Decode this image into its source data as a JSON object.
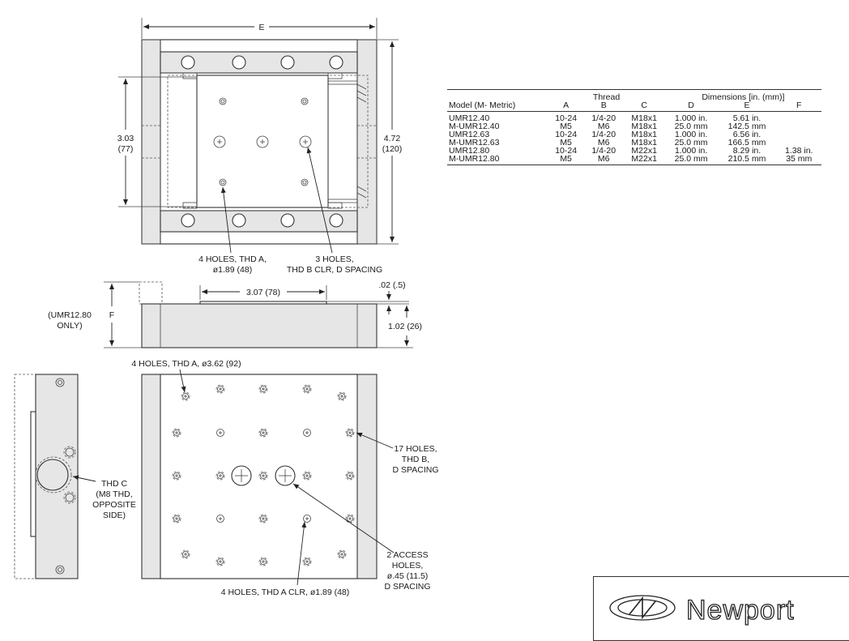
{
  "top_view": {
    "dim_e": "E",
    "dim_height_in": "3.03",
    "dim_height_mm": "(77)",
    "dim_total_in": "4.72",
    "dim_total_mm": "(120)",
    "callout_holes_a_line1": "4 HOLES, THD A,",
    "callout_holes_a_line2": "ø1.89 (48)",
    "callout_holes_b_line1": "3 HOLES,",
    "callout_holes_b_line2": "THD B CLR, D SPACING"
  },
  "side_view": {
    "dim_width": "3.07 (78)",
    "dim_gap": ".02 (.5)",
    "dim_height": "1.02 (26)",
    "dim_f": "F",
    "note_line1": "(UMR12.80",
    "note_line2": "ONLY)"
  },
  "bottom_view": {
    "callout_top": "4 HOLES, THD A, ø3.62 (92)",
    "callout_17_line1": "17 HOLES,",
    "callout_17_line2": "THD B,",
    "callout_17_line3": "D SPACING",
    "callout_access_line1": "2 ACCESS",
    "callout_access_line2": "HOLES,",
    "callout_access_line3": "ø.45 (11.5)",
    "callout_access_line4": "D SPACING",
    "callout_bottom": "4 HOLES, THD A CLR, ø1.89 (48)"
  },
  "end_view": {
    "note_line1": "THD C",
    "note_line2": "(M8 THD,",
    "note_line3": "OPPOSITE",
    "note_line4": "SIDE)"
  },
  "table": {
    "group_thread": "Thread",
    "group_dimensions": "Dimensions [in. (mm)]",
    "headers": [
      "Model (M- Metric)",
      "A",
      "B",
      "C",
      "D",
      "E",
      "F"
    ],
    "rows": [
      [
        "UMR12.40",
        "10-24",
        "1/4-20",
        "M18x1",
        "1.000 in.",
        "5.61 in.",
        ""
      ],
      [
        "M-UMR12.40",
        "M5",
        "M6",
        "M18x1",
        "25.0 mm",
        "142.5 mm",
        ""
      ],
      [
        "UMR12.63",
        "10-24",
        "1/4-20",
        "M18x1",
        "1.000 in.",
        "6.56 in.",
        ""
      ],
      [
        "M-UMR12.63",
        "M5",
        "M6",
        "M18x1",
        "25.0 mm",
        "166.5 mm",
        ""
      ],
      [
        "UMR12.80",
        "10-24",
        "1/4-20",
        "M22x1",
        "1.000 in.",
        "8.29 in.",
        "1.38 in."
      ],
      [
        "M-UMR12.80",
        "M5",
        "M6",
        "M22x1",
        "25.0 mm",
        "210.5 mm",
        "35 mm"
      ]
    ]
  },
  "logo": {
    "name": "Newport"
  }
}
